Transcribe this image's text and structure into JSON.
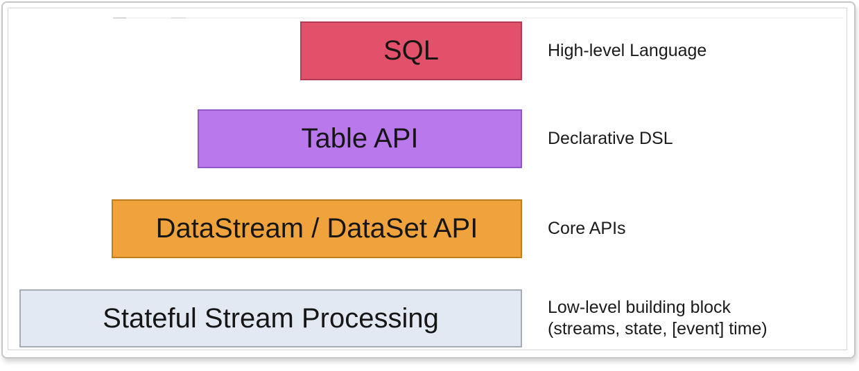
{
  "diagram": {
    "layers": [
      {
        "id": "sql",
        "label": "SQL",
        "annotation": "High-level Language",
        "fill": "#e25069",
        "border": "#b13a55"
      },
      {
        "id": "table-api",
        "label": "Table API",
        "annotation": "Declarative DSL",
        "fill": "#b978ec",
        "border": "#9257c4"
      },
      {
        "id": "datastream-dataset-api",
        "label": "DataStream / DataSet API",
        "annotation": "Core APIs",
        "fill": "#f0a33c",
        "border": "#bf7d1e"
      },
      {
        "id": "stateful-stream-processing",
        "label": "Stateful Stream Processing",
        "annotation": "Low-level building block\n(streams, state, [event] time)",
        "fill": "#e3e9f3",
        "border": "#a6adb8"
      }
    ]
  }
}
